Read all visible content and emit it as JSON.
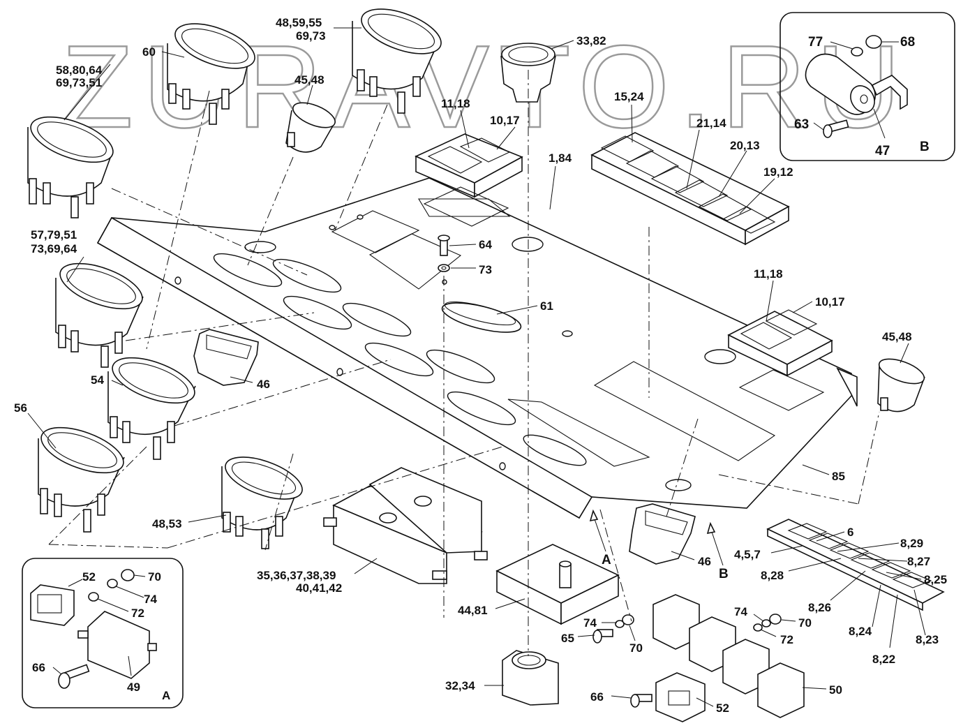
{
  "watermark": "ZURAVTO.RU",
  "labels": {
    "l_58_80_64": "58,80,64",
    "l_69_73_51": "69,73,51",
    "l_60": "60",
    "l_48_59_55": "48,59,55",
    "l_69_73": "69,73",
    "l_33_82": "33,82",
    "l_45_48_top": "45,48",
    "l_11_18_top": "11,18",
    "l_10_17_top": "10,17",
    "l_15_24": "15,24",
    "l_21_14": "21,14",
    "l_20_13": "20,13",
    "l_19_12": "19,12",
    "l_1_84": "1,84",
    "l_57_79_51": "57,79,51",
    "l_73_69_64": "73,69,64",
    "l_64": "64",
    "l_73": "73",
    "l_61": "61",
    "l_11_18_right": "11,18",
    "l_10_17_right": "10,17",
    "l_45_48_right": "45,48",
    "l_46_left": "46",
    "l_54": "54",
    "l_56": "56",
    "l_85": "85",
    "l_48_53": "48,53",
    "l_46_bottom": "46",
    "l_A_arrow": "A",
    "l_B_arrow": "B",
    "l_6": "6",
    "l_4_5_7": "4,5,7",
    "l_8_29": "8,29",
    "l_8_27": "8,27",
    "l_8_28": "8,28",
    "l_8_25": "8,25",
    "l_8_26": "8,26",
    "l_8_24": "8,24",
    "l_8_23": "8,23",
    "l_8_22": "8,22",
    "l_35_39": "35,36,37,38,39",
    "l_40_42": "40,41,42",
    "l_44_81": "44,81",
    "l_74_mid": "74",
    "l_65": "65",
    "l_70_mid": "70",
    "l_74_right": "74",
    "l_70_right": "70",
    "l_72_right": "72",
    "l_32_34": "32,34",
    "l_66_bottom": "66",
    "l_52_bottom": "52",
    "l_50": "50"
  },
  "inset_a": {
    "title": "A",
    "l_52": "52",
    "l_70": "70",
    "l_74": "74",
    "l_72": "72",
    "l_66": "66",
    "l_49": "49"
  },
  "inset_b": {
    "title": "B",
    "l_77": "77",
    "l_68": "68",
    "l_63": "63",
    "l_47": "47"
  }
}
